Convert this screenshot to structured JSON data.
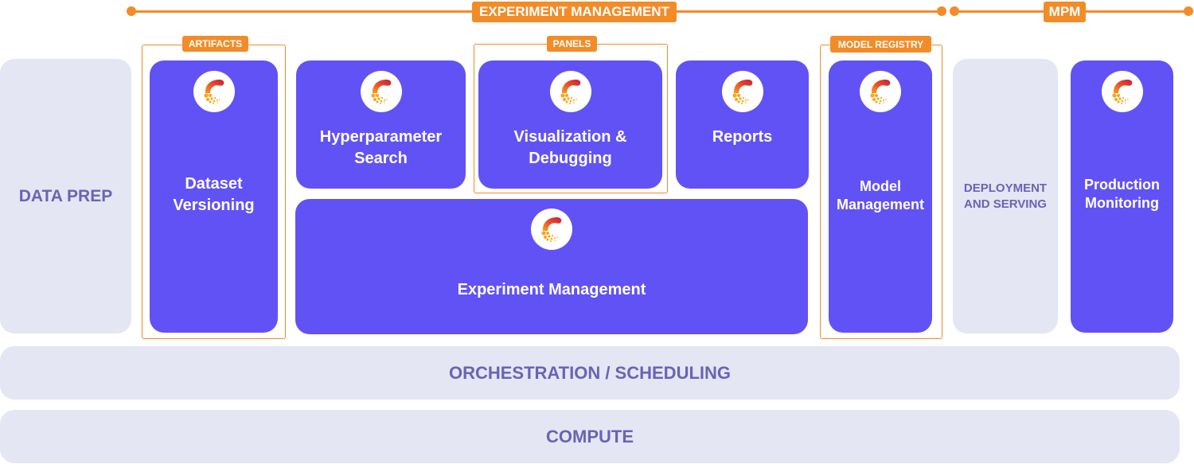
{
  "header": {
    "experiment_management": "EXPERIMENT MANAGEMENT",
    "mpm": "MPM"
  },
  "groups": {
    "artifacts": "ARTIFACTS",
    "panels": "PANELS",
    "model_registry": "MODEL REGISTRY"
  },
  "cards": {
    "data_prep": "DATA PREP",
    "dataset_versioning": "Dataset\nVersioning",
    "hyperparameter_search": "Hyperparameter\nSearch",
    "visualization": "Visualization &\nDebugging",
    "reports": "Reports",
    "experiment_management": "Experiment Management",
    "model_management": "Model\nManagement",
    "deployment": "DEPLOYMENT\nAND SERVING",
    "production_monitoring": "Production\nMonitoring"
  },
  "layers": {
    "orchestration": "ORCHESTRATION / SCHEDULING",
    "compute": "COMPUTE"
  },
  "colors": {
    "primary": "#6152F5",
    "light": "#E4E6F3",
    "accent": "#F28C28",
    "muted_text": "#6B63B5"
  }
}
